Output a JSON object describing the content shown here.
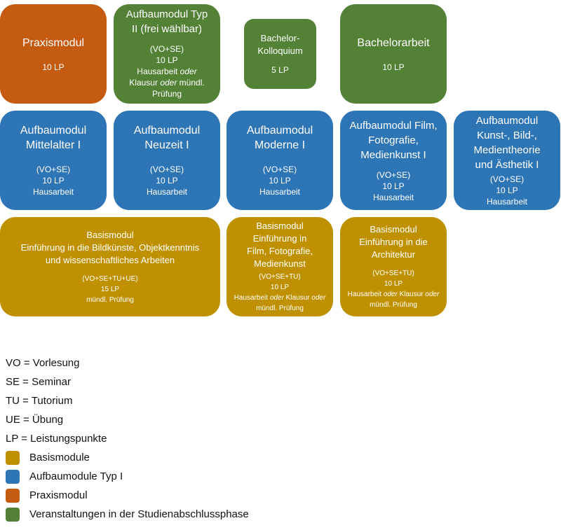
{
  "modules": {
    "praxis": {
      "title": "Praxismodul",
      "lp": "10 LP"
    },
    "typ2": {
      "title": "Aufbaumodul Typ II (frei wählbar)",
      "format": "(VO+SE)",
      "lp": "10 LP",
      "exam_a": "Hausarbeit ",
      "exam_or1": "oder",
      "exam_b": " Klausur ",
      "exam_or2": "oder",
      "exam_c": " mündl. Prüfung"
    },
    "kolloquium": {
      "title": "Bachelor-Kolloquium",
      "lp": "5 LP"
    },
    "bachelorarbeit": {
      "title": "Bachelorarbeit",
      "lp": "10 LP"
    },
    "mittelalter": {
      "title": "Aufbaumodul Mittelalter I",
      "format": "(VO+SE)",
      "lp": "10 LP",
      "exam": "Hausarbeit"
    },
    "neuzeit": {
      "title": "Aufbaumodul Neuzeit I",
      "format": "(VO+SE)",
      "lp": "10 LP",
      "exam": "Hausarbeit"
    },
    "moderne": {
      "title": "Aufbaumodul Moderne I",
      "format": "(VO+SE)",
      "lp": "10 LP",
      "exam": "Hausarbeit"
    },
    "film": {
      "title": "Aufbaumodul Film, Fotografie, Medienkunst I",
      "format": "(VO+SE)",
      "lp": "10 LP",
      "exam": "Hausarbeit"
    },
    "kunst": {
      "title": "Aufbaumodul Kunst-, Bild-, Medientheorie und Ästhetik I",
      "format": "(VO+SE)",
      "lp": "10 LP",
      "exam": "Hausarbeit"
    },
    "basis_bild": {
      "title_1": "Basismodul",
      "title_2": "Einführung in die Bildkünste, Objektkenntnis",
      "title_3": "und wissenschaftliches Arbeiten",
      "format": "(VO+SE+TU+UE)",
      "lp": "15 LP",
      "exam": "mündl. Prüfung"
    },
    "basis_film": {
      "title_1": "Basismodul",
      "title_2": "Einführung in Film, Fotografie, Medienkunst",
      "format": "(VO+SE+TU)",
      "lp": "10 LP",
      "exam_a": "Hausarbeit ",
      "exam_or1": "oder",
      "exam_b": " Klausur ",
      "exam_or2": "oder",
      "exam_c": " mündl. Prüfung"
    },
    "basis_arch": {
      "title_1": "Basismodul",
      "title_2": "Einführung in die Architektur",
      "format": "(VO+SE+TU)",
      "lp": "10 LP",
      "exam_a": "Hausarbeit ",
      "exam_or1": "oder",
      "exam_b": " Klausur ",
      "exam_or2": "oder",
      "exam_c": " mündl. Prüfung"
    }
  },
  "legend": {
    "abbreviations": [
      "VO = Vorlesung",
      "SE = Seminar",
      "TU = Tutorium",
      "UE = Übung",
      "LP = Leistungspunkte"
    ],
    "colors": [
      {
        "label": "Basismodule",
        "color": "#BF9000"
      },
      {
        "label": "Aufbaumodule Typ I",
        "color": "#2E75B6"
      },
      {
        "label": "Praxismodul",
        "color": "#C55A11"
      },
      {
        "label": "Veranstaltungen in der Studienabschlussphase",
        "color": "#538135"
      }
    ]
  }
}
